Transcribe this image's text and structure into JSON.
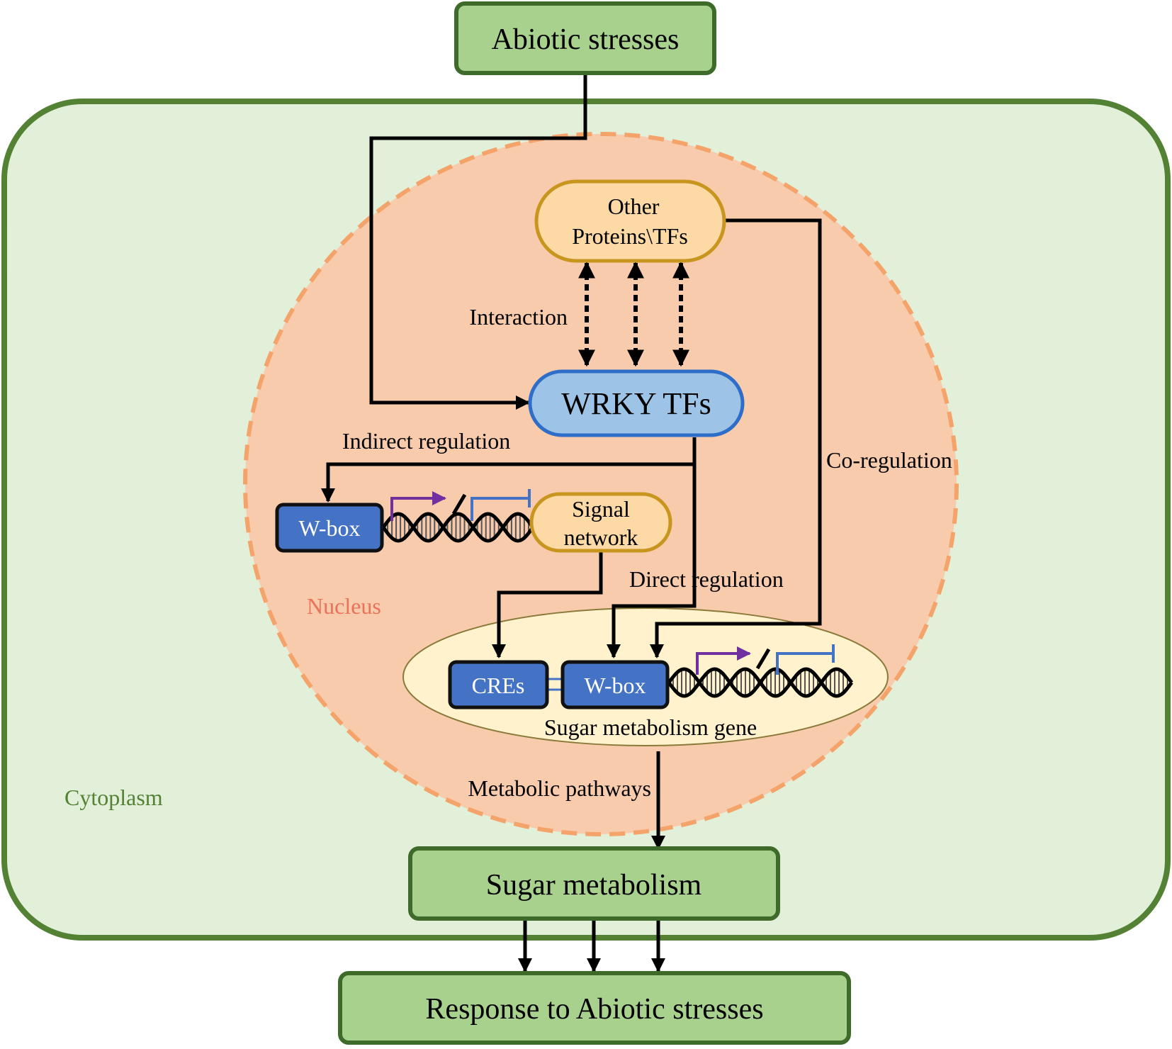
{
  "colors": {
    "cell_fill": "#e2efd9",
    "cell_border": "#548235",
    "box_fill": "#a9d18e",
    "box_border": "#3f6b2a",
    "nucleus_fill": "#f8cbad",
    "nucleus_border": "#f4a46a",
    "protein_fill": "#fdd9a6",
    "protein_border": "#c8961e",
    "wrky_fill": "#9dc3e6",
    "wrky_border": "#2e6ec8",
    "wbox_fill": "#4472c4",
    "ellipse_fill": "#fff2cc",
    "label_green": "#548235",
    "label_orange": "#e8735a",
    "promoter_arrow": "#7030a0",
    "terminator": "#4472c4"
  },
  "nodes": {
    "abiotic_stresses": "Abiotic stresses",
    "other_proteins_line1": "Other",
    "other_proteins_line2": "Proteins\\TFs",
    "wrky_tfs": "WRKY TFs",
    "wbox_indirect": "W-box",
    "signal_network_line1": "Signal",
    "signal_network_line2": "network",
    "cres": "CREs",
    "wbox_direct": "W-box",
    "sugar_metabolism_gene": "Sugar metabolism gene",
    "sugar_metabolism": "Sugar metabolism",
    "response": "Response to Abiotic stresses"
  },
  "labels": {
    "interaction": "Interaction",
    "indirect_regulation": "Indirect regulation",
    "co_regulation": "Co-regulation",
    "direct_regulation": "Direct regulation",
    "nucleus": "Nucleus",
    "cytoplasm": "Cytoplasm",
    "metabolic_pathways": "Metabolic pathways"
  }
}
